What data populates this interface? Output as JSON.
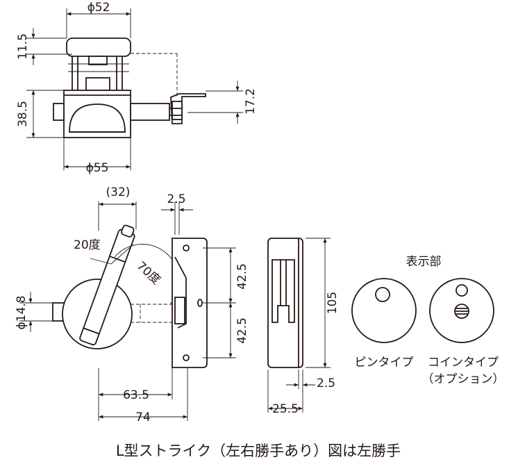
{
  "dimensions": {
    "top_width": "ϕ52",
    "cap_height": "11.5",
    "body_height": "38.5",
    "strike_height": "17.2",
    "bottom_width": "ϕ55",
    "lever_offset": "(32)",
    "lever_angle_small": "20度",
    "lever_angle_large": "70度",
    "plate_thickness": "2.5",
    "hole_upper": "42.5",
    "hole_lower": "42.5",
    "knob_diameter": "ϕ14.8",
    "depth_inner": "63.5",
    "depth_total": "74",
    "strike_height_total": "105",
    "strike_side_thickness": "2.5",
    "strike_depth": "25.5"
  },
  "indicator": {
    "title": "表示部",
    "pin_type": "ピンタイプ",
    "coin_type": "コインタイプ",
    "coin_type_note": "（オプション）"
  },
  "caption": "L型ストライク（左右勝手あり）図は左勝手"
}
